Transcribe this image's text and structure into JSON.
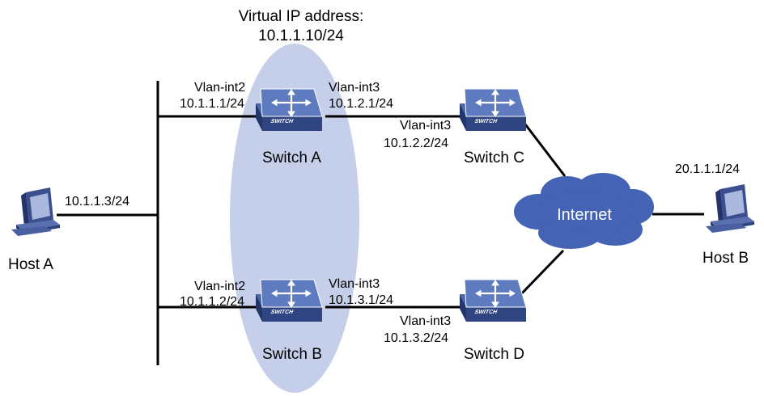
{
  "vrrp": {
    "title": "Virtual IP address:",
    "ip": "10.1.1.10/24"
  },
  "host_a": {
    "name": "Host A",
    "ip": "10.1.1.3/24"
  },
  "host_b": {
    "name": "Host B",
    "ip": "20.1.1.1/24"
  },
  "switch_a": {
    "name": "Switch A",
    "device_label": "SWITCH",
    "left_if": "Vlan-int2",
    "left_ip": "10.1.1.1/24",
    "right_if": "Vlan-int3",
    "right_ip": "10.1.2.1/24"
  },
  "switch_b": {
    "name": "Switch B",
    "device_label": "SWITCH",
    "left_if": "Vlan-int2",
    "left_ip": "10.1.1.2/24",
    "right_if": "Vlan-int3",
    "right_ip": "10.1.3.1/24"
  },
  "switch_c": {
    "name": "Switch C",
    "device_label": "SWITCH",
    "if": "Vlan-int3",
    "ip": "10.1.2.2/24"
  },
  "switch_d": {
    "name": "Switch D",
    "device_label": "SWITCH",
    "if": "Vlan-int3",
    "ip": "10.1.3.2/24"
  },
  "internet": {
    "label": "Internet"
  },
  "colors": {
    "vrrp_ellipse": "#c5cfe9",
    "switch_top": "#5a74b5",
    "switch_side": "#2a3f78",
    "cloud": "#3f5db0",
    "line": "#000000"
  }
}
